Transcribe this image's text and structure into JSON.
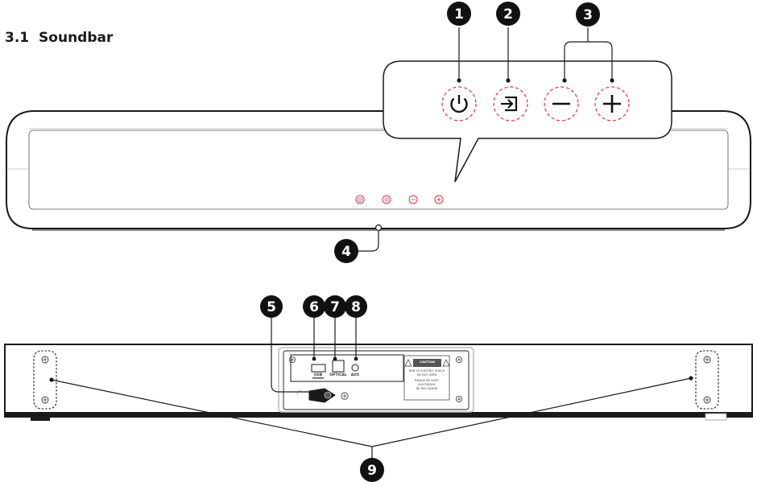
{
  "section": {
    "number": "3.1",
    "title": "Soundbar"
  },
  "callouts": [
    {
      "id": 1,
      "label": "1"
    },
    {
      "id": 2,
      "label": "2"
    },
    {
      "id": 3,
      "label": "3"
    },
    {
      "id": 4,
      "label": "4"
    },
    {
      "id": 5,
      "label": "5"
    },
    {
      "id": 6,
      "label": "6"
    },
    {
      "id": 7,
      "label": "7"
    },
    {
      "id": 8,
      "label": "8"
    },
    {
      "id": 9,
      "label": "9"
    }
  ],
  "ports": {
    "usb": "USB",
    "optical": "OPTICAL",
    "aux": "AUX"
  },
  "caution": {
    "title": "CAUTION",
    "lines": [
      "RISK OF ELECTRIC SHOCK",
      "DO NOT OPEN",
      "RISQUE DE CHOC",
      "ELECTRIQUE",
      "NE PAS OUVRIR"
    ]
  },
  "colors": {
    "touch_key": "#e2313f",
    "callout_fill": "#111111",
    "outline": "#1a1a1a",
    "panel": "#bdbdbd"
  },
  "icons": {
    "power": "power-icon",
    "source": "source-input-icon",
    "volume_down": "minus-icon",
    "volume_up": "plus-icon",
    "screw": "screw-icon"
  }
}
